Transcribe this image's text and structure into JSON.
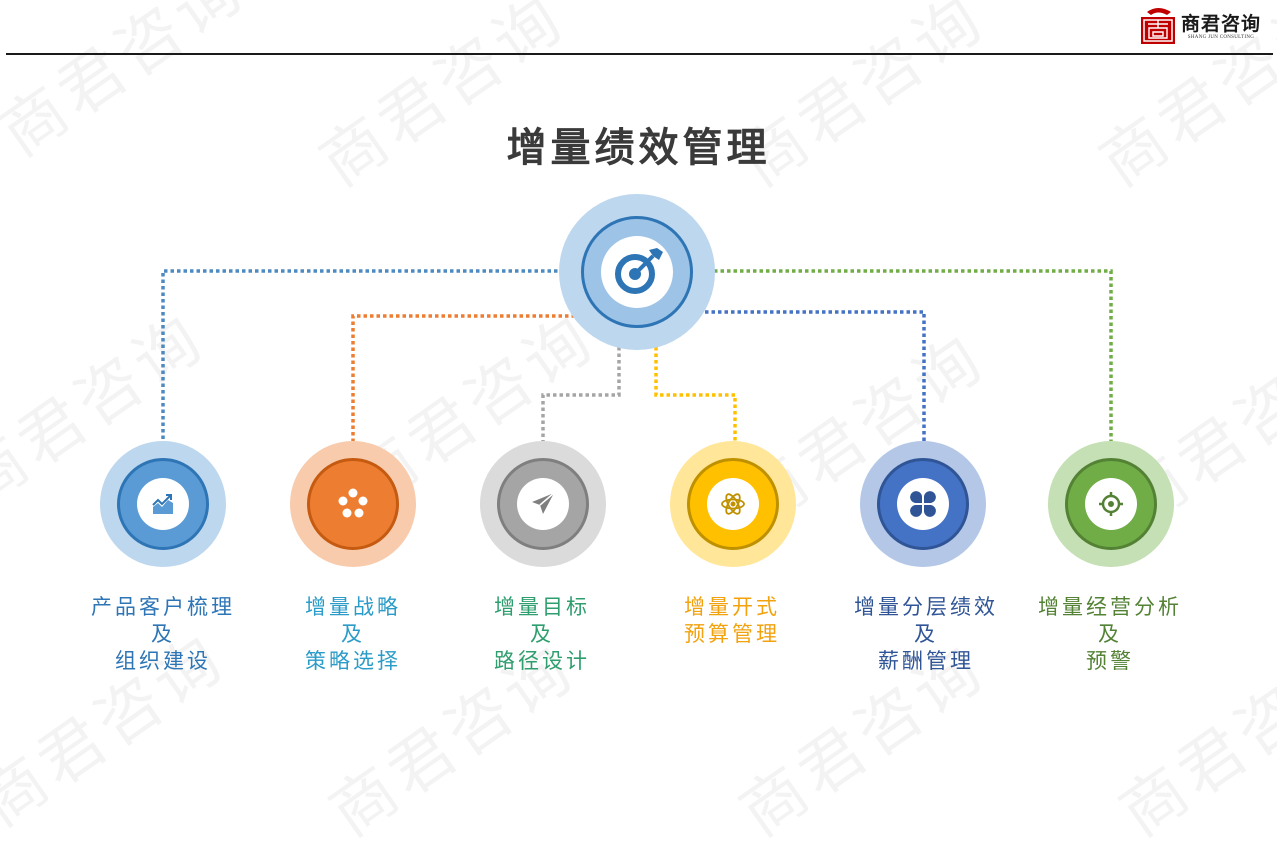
{
  "header": {
    "logo_cn": "商君咨询",
    "logo_en": "SHANG JUN CONSULTING"
  },
  "watermark_text": "商君咨询",
  "title": "增量绩效管理",
  "hub": {
    "icon": "target-arrow-icon",
    "color": "#2e75b6"
  },
  "items": [
    {
      "lines": [
        "产品客户梳理",
        "及",
        "组织建设"
      ],
      "color": "#2e75b6",
      "icon": "chart-growth-icon"
    },
    {
      "lines": [
        "增量战略",
        "及",
        "策略选择"
      ],
      "color": "#ed7d31",
      "icon": "dots-cluster-icon"
    },
    {
      "lines": [
        "增量目标",
        "及",
        "路径设计"
      ],
      "color": "#7f7f7f",
      "icon": "paper-plane-icon"
    },
    {
      "lines": [
        "增量开式",
        "预算管理"
      ],
      "color": "#ffc000",
      "icon": "atom-icon"
    },
    {
      "lines": [
        "增量分层绩效",
        "及",
        "薪酬管理"
      ],
      "color": "#4472c4",
      "icon": "clover-grid-icon"
    },
    {
      "lines": [
        "增量经营分析",
        "及",
        "预警"
      ],
      "color": "#70ad47",
      "icon": "crosshair-icon"
    }
  ]
}
